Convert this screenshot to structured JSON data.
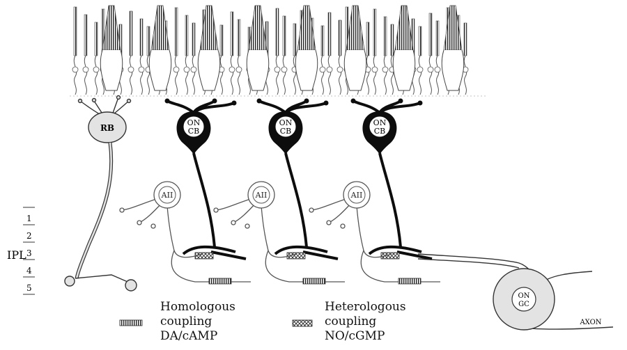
{
  "cells": {
    "rod_bipolar": "RB",
    "on_cone_bipolar_line1": "ON",
    "on_cone_bipolar_line2": "CB",
    "amacrine": "AII",
    "ganglion_line1": "ON",
    "ganglion_line2": "GC",
    "axon": "AXON"
  },
  "ipl": {
    "label": "IPL",
    "strata": [
      "1",
      "2",
      "3",
      "4",
      "5"
    ]
  },
  "legend": {
    "homologous": [
      "Homologous",
      "coupling",
      "DA/cAMP"
    ],
    "heterologous": [
      "Heterologous",
      "coupling",
      "NO/cGMP"
    ]
  },
  "colors": {
    "black_cell": "#0d0d0d",
    "gray_cell": "#e3e3e3",
    "outline": "#333333"
  }
}
